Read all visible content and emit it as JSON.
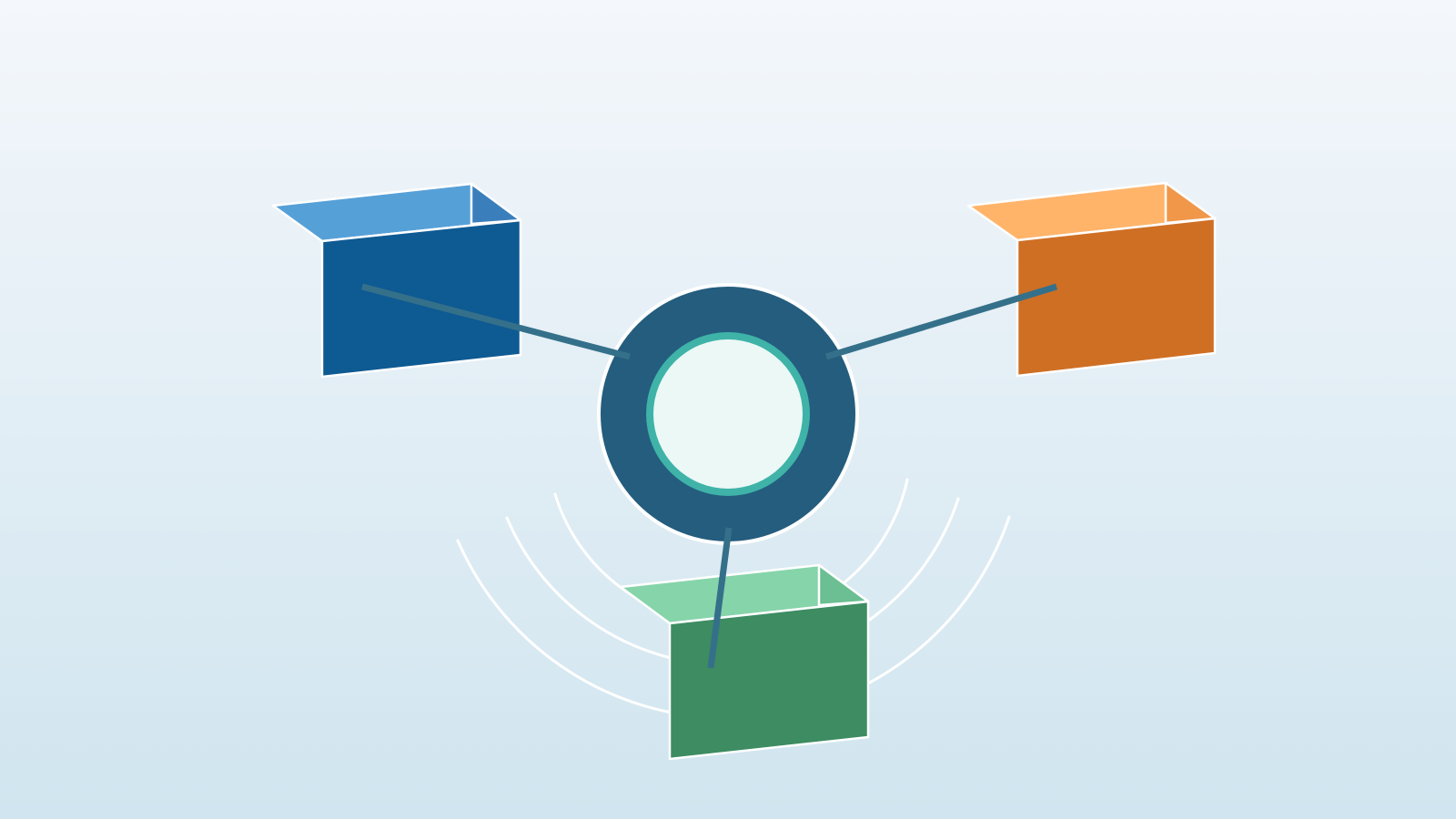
{
  "colors": {
    "background_top": "#f4f7fb",
    "background_bottom": "#d0e5ef",
    "hub_ring": "#245d7e",
    "hub_inner_ring": "#3fb3a8",
    "hub_core": "#ecf8f6",
    "connector": "#35708a",
    "outline": "#ffffff",
    "blue_front": "#0e5a93",
    "blue_top": "#56a0d8",
    "blue_side": "#3a7fbc",
    "orange_front": "#cf6f24",
    "orange_top": "#ffb46a",
    "orange_side": "#f0974a",
    "green_front": "#3d8c62",
    "green_top": "#86d4aa",
    "green_side": "#6bbf92"
  },
  "nodes": [
    {
      "id": "blue-box",
      "color": "blue"
    },
    {
      "id": "orange-box",
      "color": "orange"
    },
    {
      "id": "green-box",
      "color": "green"
    }
  ],
  "hub": {
    "id": "central-hub"
  },
  "signal_waves": {
    "count": 3
  }
}
